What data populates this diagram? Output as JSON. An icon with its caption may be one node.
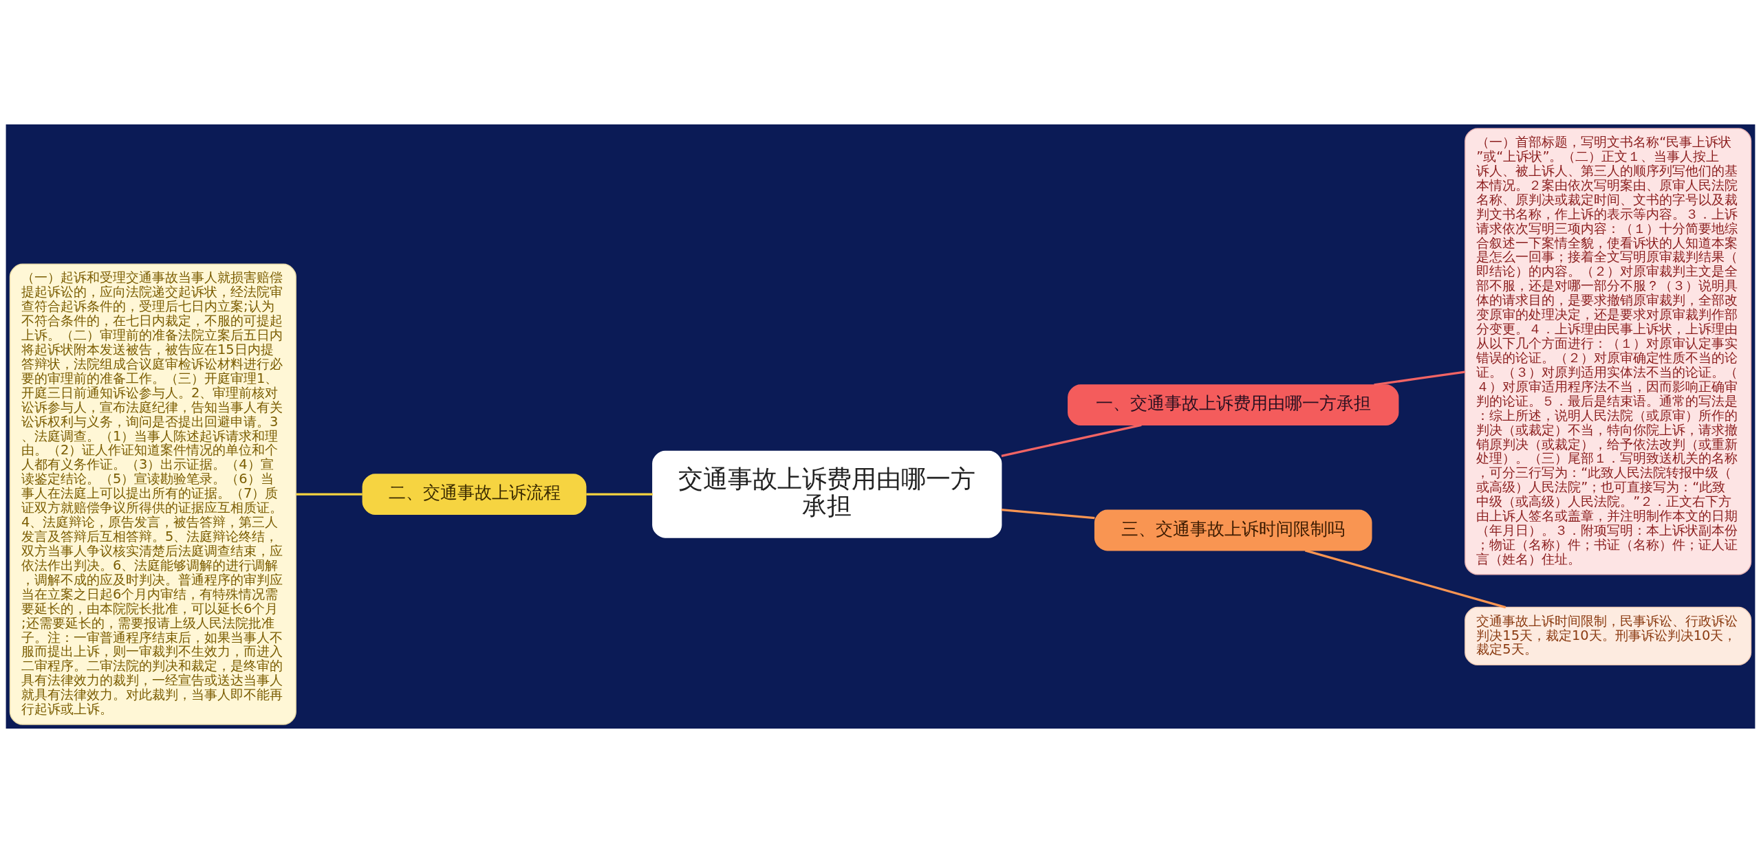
{
  "diagram": {
    "nodes": [
      {
        "text": [
          "交通事故上诉费用由哪一方承担"
        ]
      },
      {
        "text": [
          "一、交通事故上诉费用由哪一方承担"
        ]
      },
      {
        "text": [
          "（一）首部标题，写明文书名称“民事上诉状”或“上诉状”。（二）正文１、当事人按上诉人、被上诉人、第三人的顺序列写他们的基本情况。２案由依次写明案由、原审人民法院名称、原判决或裁定时间、文书的字号以及裁判文书名称，作上诉的表示等内容。３．上诉请求依次写明三项内容：（１）十分简要地综合叙述一下案情全貌，使看诉状的人知道本案是怎么一回事；接着全文写明原审裁判结果（即结论）的内容。（２）对原审裁判主文是全部不服，还是对哪一部分不服？（３）说明具体的请求目的，是要求撤销原审裁判，全部改变原审的处理决定，还是要求对原审裁判作部分变更。４．上诉理由民事上诉状，上诉理由从以下几个方面进行：（１）对原审认定事实错误的论证。（２）对原审确定性质不当的论证。（３）对原判适用实体法不当的论证。（４）对原审适用程序法不当，因而影响正确审判的论证。５．最后是结束语。通常的写法是：综上所述，说明人民法院（或原审）所作的判决（或裁定）不当，特向你院上诉，请求撤销原判决（或裁定），给予依法改判（或重新处理）。（三）尾部１．写明致送机关的名称，可分三行写为：“此致人民法院转报中级（或高级）人民法院”；也可直接写为：“此致中级（或高级）人民法院。”２．正文右下方由上诉人签名或盖章，并注明制作本文的日期（年月日）。３．附项写明：本上诉状副本份；物证（名称）件；书证（名称）件；证人证言（姓名）住址。"
        ]
      },
      {
        "text": [
          "二、交通事故上诉流程"
        ]
      },
      {
        "text": [
          "（一）起诉和受理交通事故当事人就损害赔偿提起诉讼的，应向法院递交起诉状，经法院审查符合起诉条件的，受理后七日内立案;认为不符合条件的，在七日内裁定，不服的可提起上诉。（二）审理前的准备法院立案后五日内将起诉状附本发送被告，被告应在15日内提答辩状，法院组成合议庭审检诉讼材料进行必要的审理前的准备工作。（三）开庭审理1、开庭三日前通知诉讼参与人。2、审理前核对讼诉参与人，宣布法庭纪律，告知当事人有关讼诉权利与义务，询问是否提出回避申请。3、法庭调查。（1）当事人陈述起诉请求和理由。（2）证人作证知道案件情况的单位和个人都有义务作证。（3）出示证据。（4）宣读鉴定结论。（5）宣读勘验笔录。（6）当事人在法庭上可以提出所有的证据。（7）质证双方就赔偿争议所得供的证据应互相质证。4、法庭辩论，原告发言，被告答辩，第三人发言及答辩后互相答辩。5、法庭辩论终结，双方当事人争议核实清楚后法庭调查结束，应依法作出判决。6、法庭能够调解的进行调解，调解不成的应及时判决。普通程序的审判应当在立案之日起6个月内审结，有特殊情况需要延长的，由本院院长批准，可以延长6个月;还需要延长的，需要报请上级人民法院批准子。注：一审普通程序结束后，如果当事人不服而提出上诉，则一审裁判不生效力，而进入二审程序。二审法院的判决和裁定，是终审的具有法律效力的裁判，一经宣告或送达当事人就具有法律效力。对此裁判，当事人即不能再行起诉或上诉。"
        ]
      },
      {
        "text": [
          "三、交通事故上诉时间限制吗"
        ]
      },
      {
        "text": [
          "交通事故上诉时间限制，民事诉讼、行政诉讼判决15天，裁定10天。刑事诉讼判决10天，裁定5天。"
        ]
      }
    ],
    "edges": [
      {
        "from": 0,
        "to": 1,
        "arrow": "none",
        "color": "#f26464"
      },
      {
        "from": 1,
        "to": 2,
        "arrow": "none",
        "color": "#f26464"
      },
      {
        "from": 3,
        "to": 0,
        "arrow": "none",
        "color": "#f5d43f"
      },
      {
        "from": 4,
        "to": 3,
        "arrow": "none",
        "color": "#f5d43f"
      },
      {
        "from": 0,
        "to": 5,
        "arrow": "none",
        "color": "#f99552"
      },
      {
        "from": 5,
        "to": 6,
        "arrow": "none",
        "color": "#f99552"
      }
    ]
  }
}
